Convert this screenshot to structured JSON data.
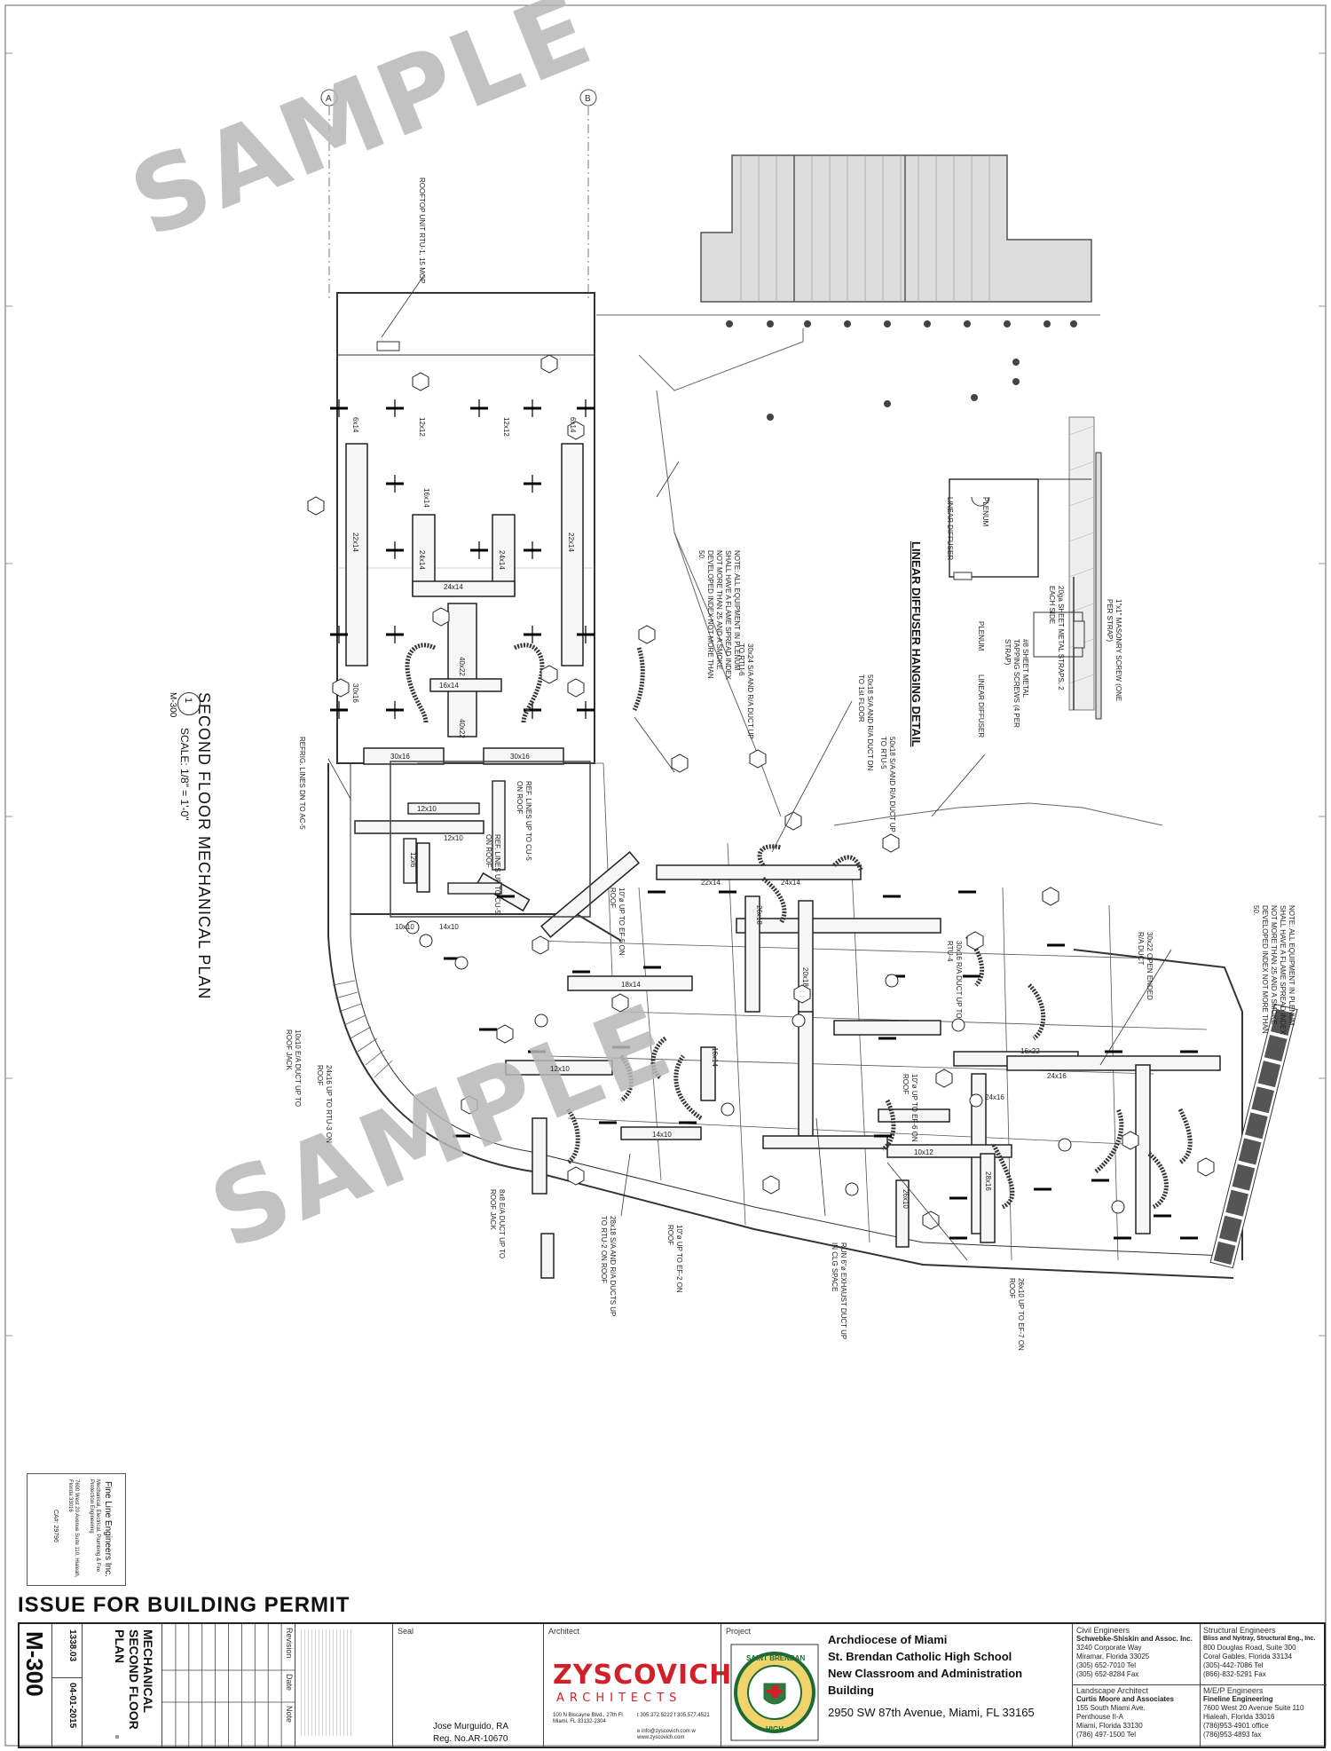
{
  "drawing": {
    "plan_title": "SECOND FLOOR MECHANICAL PLAN",
    "plan_scale": "SCALE: 1/8\" = 1'-0\"",
    "plan_number": "1",
    "plan_sheet_ref": "M-300",
    "detail_title": "LINEAR DIFFUSER HANGING DETAIL",
    "grid_a": "A",
    "grid_b": "B",
    "watermark_top": "SAMPLE",
    "watermark_bottom": "SAMPLE",
    "labels": {
      "unit_note": "ROOFTOP UNIT RTU-1, 15 MOP",
      "ac5_lines": "REFRIG. LINES DN TO AC-5",
      "ref_lines_1": "REF. LINES UP TO CU-5 ON ROOF",
      "ref_lines_2": "REF. LINES UP TO CU-5 ON ROOF",
      "ef3": "10x10 E/A DUCT UP TO ROOF JACK",
      "rtu3": "24x16 UP TO RTU-3 ON ROOF",
      "ef_bottom": "8x8 E/A DUCT UP TO ROOF JACK",
      "rtu2": "28x18 S/A AND R/A DUCTS UP TO RTU-2 ON ROOF",
      "ef2": "10\"ø UP TO EF-2 ON ROOF",
      "ef5": "10\"ø UP TO EF-5 ON ROOF",
      "ef6": "10\"ø UP TO EF-6 ON ROOF",
      "ef7": "26x10 UP TO EF-7 ON ROOF",
      "run_exhaust": "RUN 6\"ø EXHAUST DUCT UP IN CLG SPACE",
      "rtu5": "50x18 S/A AND R/A DUCT UP TO RTU-5",
      "rtu4": "30x16 R/A DUCT UP TO RTU-4",
      "first_floor": "50x18 S/A AND R/A DUCT DN TO 1st FLOOR",
      "rtu6": "30x24 S/A AND R/A DUCT UP TO RTU-6",
      "note_plenum": "NOTE: ALL EQUIPMENT IN PLENUM SHALL HAVE A FLAME SPREAD INDEX NOT MORE THAN 25 AND A SMOKE DEVELOPED INDEX NOT MORE THAN 50.",
      "open_ended": "30x22 OPEN ENDED R/A DUCT",
      "plenum": "PLENUM",
      "linear_diffuser": "LINEAR DIFFUSER",
      "masonry_screw": "1\"x1\" MASONRY SCREW (ONE PER STRAP)",
      "sheet_metal_straps": "20ga SHEET METAL STRAPS, 2 EACH SIDE",
      "tapping_screws": "#8 SHEET METAL TAPPING SCREWS (4 PER STRAP)"
    },
    "ducts": [
      "6x14",
      "12x12",
      "12x12",
      "6x14",
      "16x14",
      "22x14",
      "24x14",
      "24x14",
      "22x14",
      "24x14",
      "30x16",
      "30x16",
      "30x16",
      "40x22",
      "40x22",
      "16x14",
      "12x10",
      "12x10",
      "12x6",
      "10x10",
      "14x10",
      "18x14",
      "22x14",
      "24x14",
      "26x18",
      "20x18",
      "16x14",
      "12x10",
      "14x10",
      "16x22",
      "24x16",
      "24x16",
      "10x12",
      "28x16",
      "26x10"
    ]
  },
  "title_block": {
    "issue_label": "ISSUE FOR BUILDING PERMIT",
    "sheet_number": "M-300",
    "sheet_title": "MECHANICAL SECOND FLOOR PLAN",
    "job_number": "1338.03",
    "date": "04-01-2015",
    "revision_header": "Revision",
    "date_header": "Date",
    "note_header": "Note",
    "seal_label": "Seal",
    "architect_label": "Architect",
    "project_label": "Project",
    "seal_name": "Jose Murguido, RA",
    "seal_reg": "Reg. No.AR-10670",
    "architect_logo_main": "ZYSCOVICH",
    "architect_logo_sub": "ARCHITECTS",
    "architect_address": "100 N Biscayne Blvd., 27th Fl Miami, FL 33132-2304",
    "architect_phone": "t 305.372.5222  f 305.577.4521",
    "architect_web": "e info@zyscovich.com  w www.zyscovich.com",
    "school_logo_top": "SAINT BRENDAN",
    "school_logo_bottom": "HIGH",
    "project_lines": [
      "Archdiocese of Miami",
      "St. Brendan Catholic High School",
      "New Classroom and Administration",
      "Building"
    ],
    "project_address": "2950 SW 87th Avenue,  Miami, FL 33165",
    "consultants": [
      {
        "role": "Civil Engineers",
        "name": "Schwebke-Shiskin and Assoc. Inc.",
        "address": [
          "3240 Corporate Way",
          "Miramar, Florida 33025",
          "(305) 652-7010 Tel",
          "(305) 652-8284 Fax"
        ]
      },
      {
        "role": "Structural Engineers",
        "name": "Bliss and Nyitray, Structural Eng., Inc.",
        "address": [
          "800 Douglas Road, Suite 300",
          "Coral Gables, Florida 33134",
          "(305)-442-7086 Tel",
          "(866)-832-5291 Fax"
        ]
      },
      {
        "role": "Landscape Architect",
        "name": "Curtis Moore and Associates",
        "address": [
          "155 South Miami Ave.",
          "Penthouse II-A",
          "Miami, Florida 33130",
          "(786) 497-1500 Tel"
        ]
      },
      {
        "role": "M/E/P Engineers",
        "name": "Fineline Engineering",
        "address": [
          "7600 West 20 Avenue Suite 110",
          "Hialeah, Florida 33016",
          "(786)953-4901 office",
          "(786)953-4893 fax"
        ]
      }
    ],
    "engineer_stamp": {
      "firm": "Fine Line Engineers Inc.",
      "services": "Mechanical, Electrical, Plumbing & Fire Protection Engineering",
      "address": "7600 West 20 Avenue Suite 110, Hialeah, Florida 33016",
      "ca": "CA#: 29796"
    }
  }
}
